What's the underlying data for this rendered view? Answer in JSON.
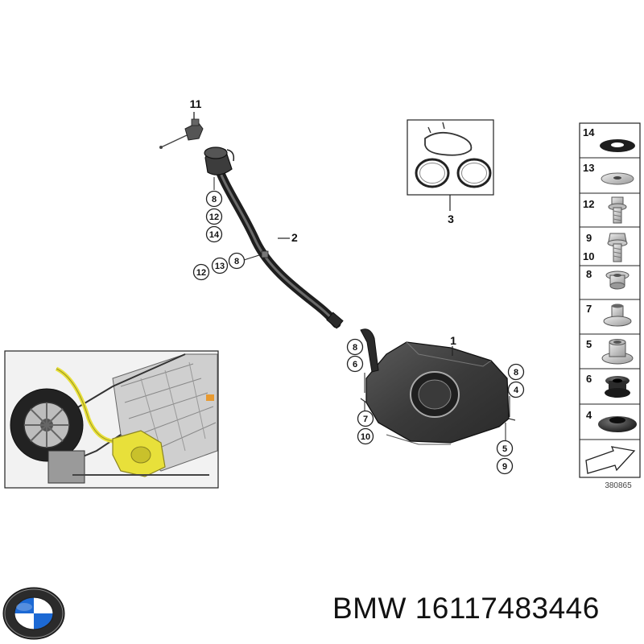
{
  "diagram": {
    "ref_number": "380865",
    "callouts_main": [
      {
        "id": "11",
        "label": "11"
      },
      {
        "id": "2",
        "label": "2"
      },
      {
        "id": "3",
        "label": "3"
      },
      {
        "id": "1",
        "label": "1"
      }
    ],
    "circled_labels": [
      "8",
      "12",
      "14",
      "12",
      "13",
      "8",
      "8",
      "6",
      "7",
      "10",
      "8",
      "4",
      "5",
      "9"
    ],
    "side_panel": {
      "rows": [
        {
          "labels": [
            "14"
          ]
        },
        {
          "labels": [
            "13"
          ]
        },
        {
          "labels": [
            "12"
          ]
        },
        {
          "labels": [
            "9",
            "10"
          ]
        },
        {
          "labels": [
            "8"
          ]
        },
        {
          "labels": [
            "7"
          ]
        },
        {
          "labels": [
            "5"
          ]
        },
        {
          "labels": [
            "6"
          ]
        },
        {
          "labels": [
            "4"
          ]
        }
      ]
    }
  },
  "caption": {
    "brand": "BMW",
    "part_number": "16117483446"
  },
  "colors": {
    "line": "#222222",
    "part_dark": "#3a3a3a",
    "highlight_yellow": "#e8e03a",
    "logo_blue": "#1c69d4"
  }
}
